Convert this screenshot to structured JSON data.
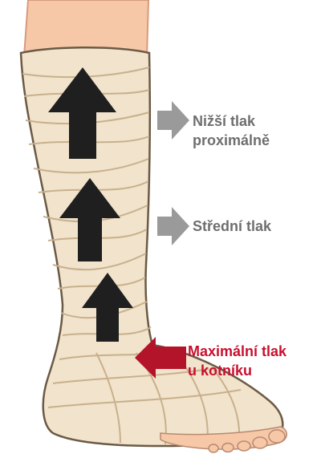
{
  "labels": {
    "low_pressure": {
      "line1": "Nižší tlak",
      "line2": "proximálně"
    },
    "medium_pressure": {
      "line1": "Střední tlak"
    },
    "max_pressure": {
      "line1": "Maximální tlak",
      "line2": "u kotníku"
    }
  },
  "colors": {
    "gray_text": "#6f6f6f",
    "gray_arrow": "#9a9a9a",
    "red_text": "#c8102e",
    "red_arrow": "#b3142a",
    "bandage": "#f1e3cc",
    "bandage_line": "#c9b08c",
    "skin": "#f6c8a8",
    "big_arrow": "#1f1f1f"
  },
  "icons": {
    "pointer_arrow": "arrow-right-icon",
    "pressure_arrow": "arrow-up-icon"
  }
}
